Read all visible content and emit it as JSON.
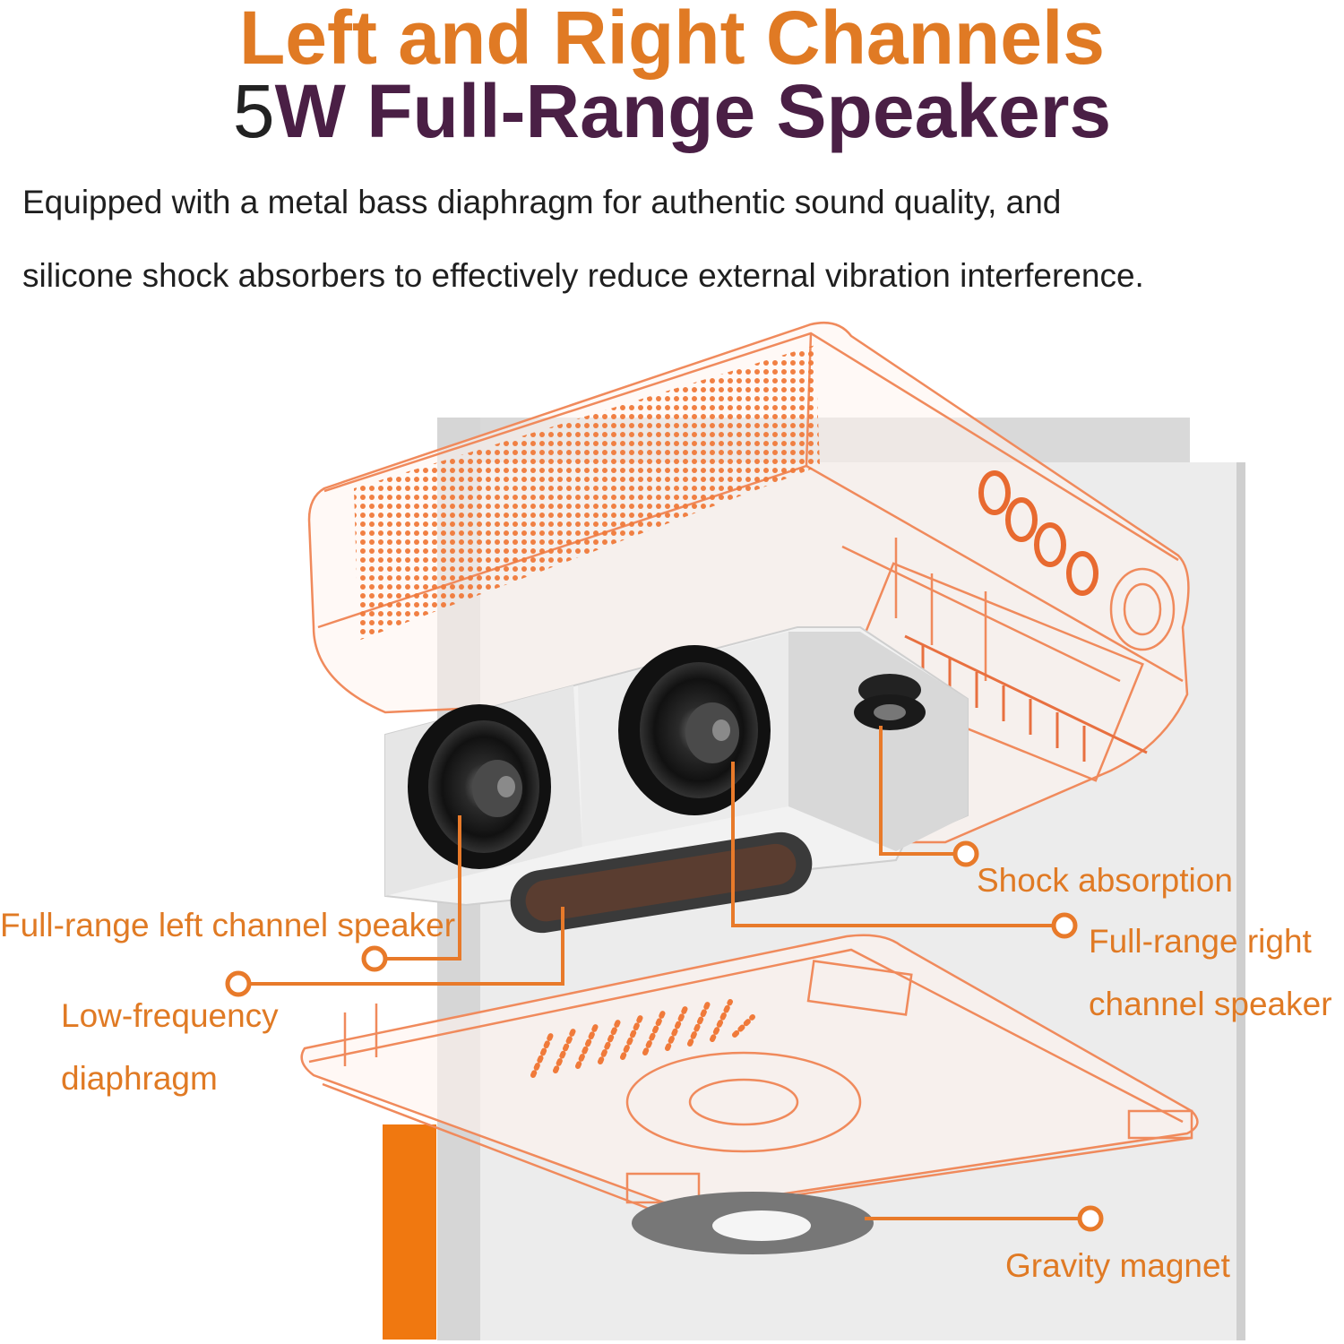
{
  "heading": {
    "line1": "Left and Right Channels",
    "line2_number": "5",
    "line2_rest": "W Full-Range Speakers"
  },
  "description": {
    "line1": "Equipped with a metal bass diaphragm for authentic sound quality, and",
    "line2": "silicone shock absorbers to effectively reduce external vibration interference."
  },
  "callouts": {
    "shock_absorption": "Shock absorption",
    "left_speaker": "Full-range left channel speaker",
    "right_speaker_line1": "Full-range right",
    "right_speaker_line2": "channel speaker",
    "low_freq_line1": "Low-frequency",
    "low_freq_line2": "diaphragm",
    "gravity_magnet": "Gravity magnet"
  },
  "colors": {
    "accent": "#e07a24",
    "title_dark": "#4a1f45",
    "outline": "#f08a5c"
  }
}
